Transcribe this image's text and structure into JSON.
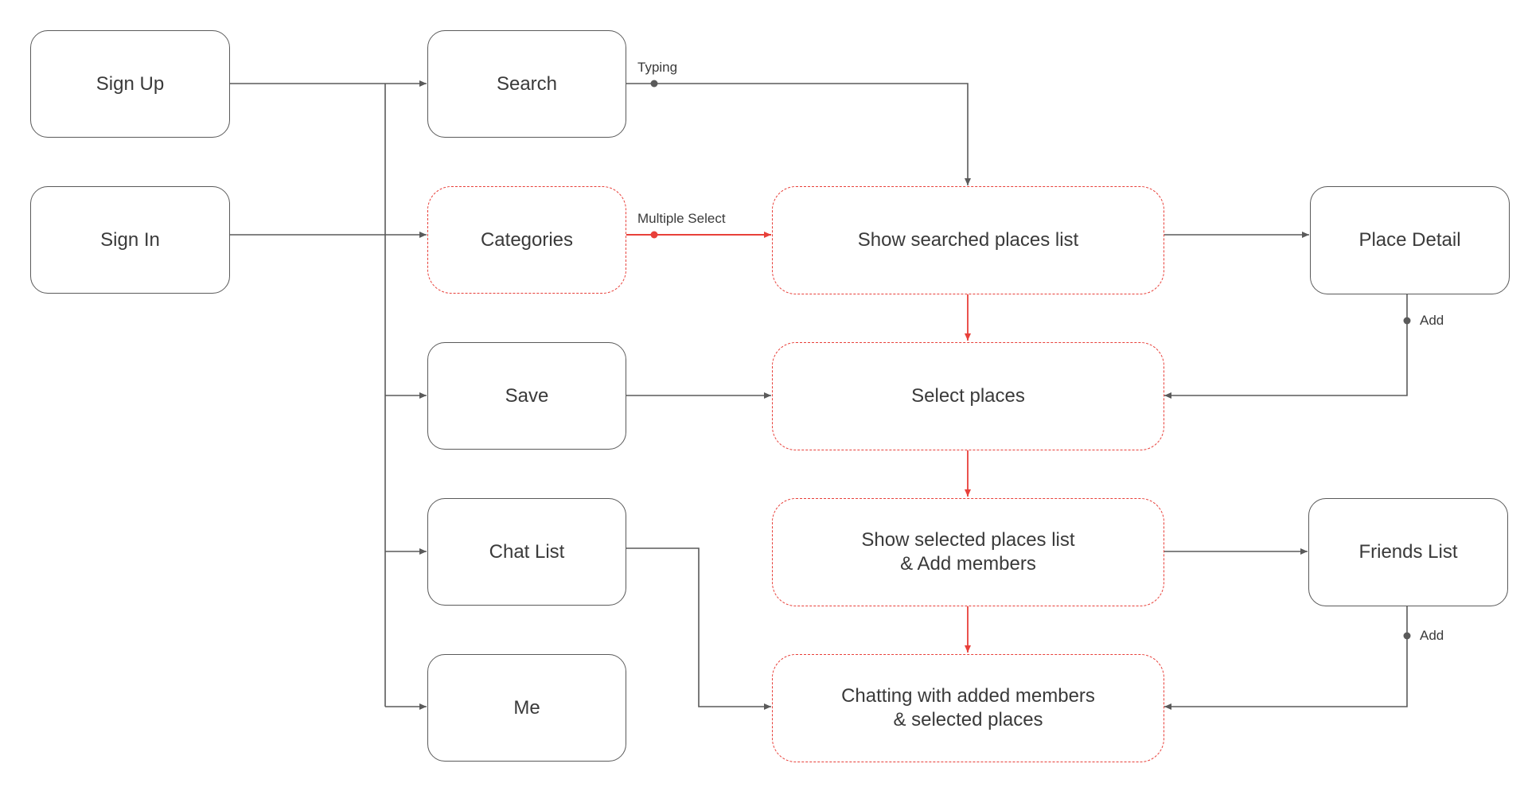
{
  "nodes": {
    "sign_up": "Sign Up",
    "sign_in": "Sign In",
    "search": "Search",
    "categories": "Categories",
    "save": "Save",
    "chat_list": "Chat List",
    "me": "Me",
    "show_searched": "Show searched places list",
    "select_places": "Select places",
    "show_selected": "Show selected places list\n& Add members",
    "chatting": "Chatting with added members\n& selected places",
    "place_detail": "Place Detail",
    "friends_list": "Friends List"
  },
  "edge_labels": {
    "typing": "Typing",
    "multiple_select": "Multiple Select",
    "add_place": "Add",
    "add_friend": "Add"
  },
  "colors": {
    "line": "#5a5a5a",
    "highlight": "#e8403a",
    "text": "#3a3a3a",
    "background": "#ffffff"
  }
}
